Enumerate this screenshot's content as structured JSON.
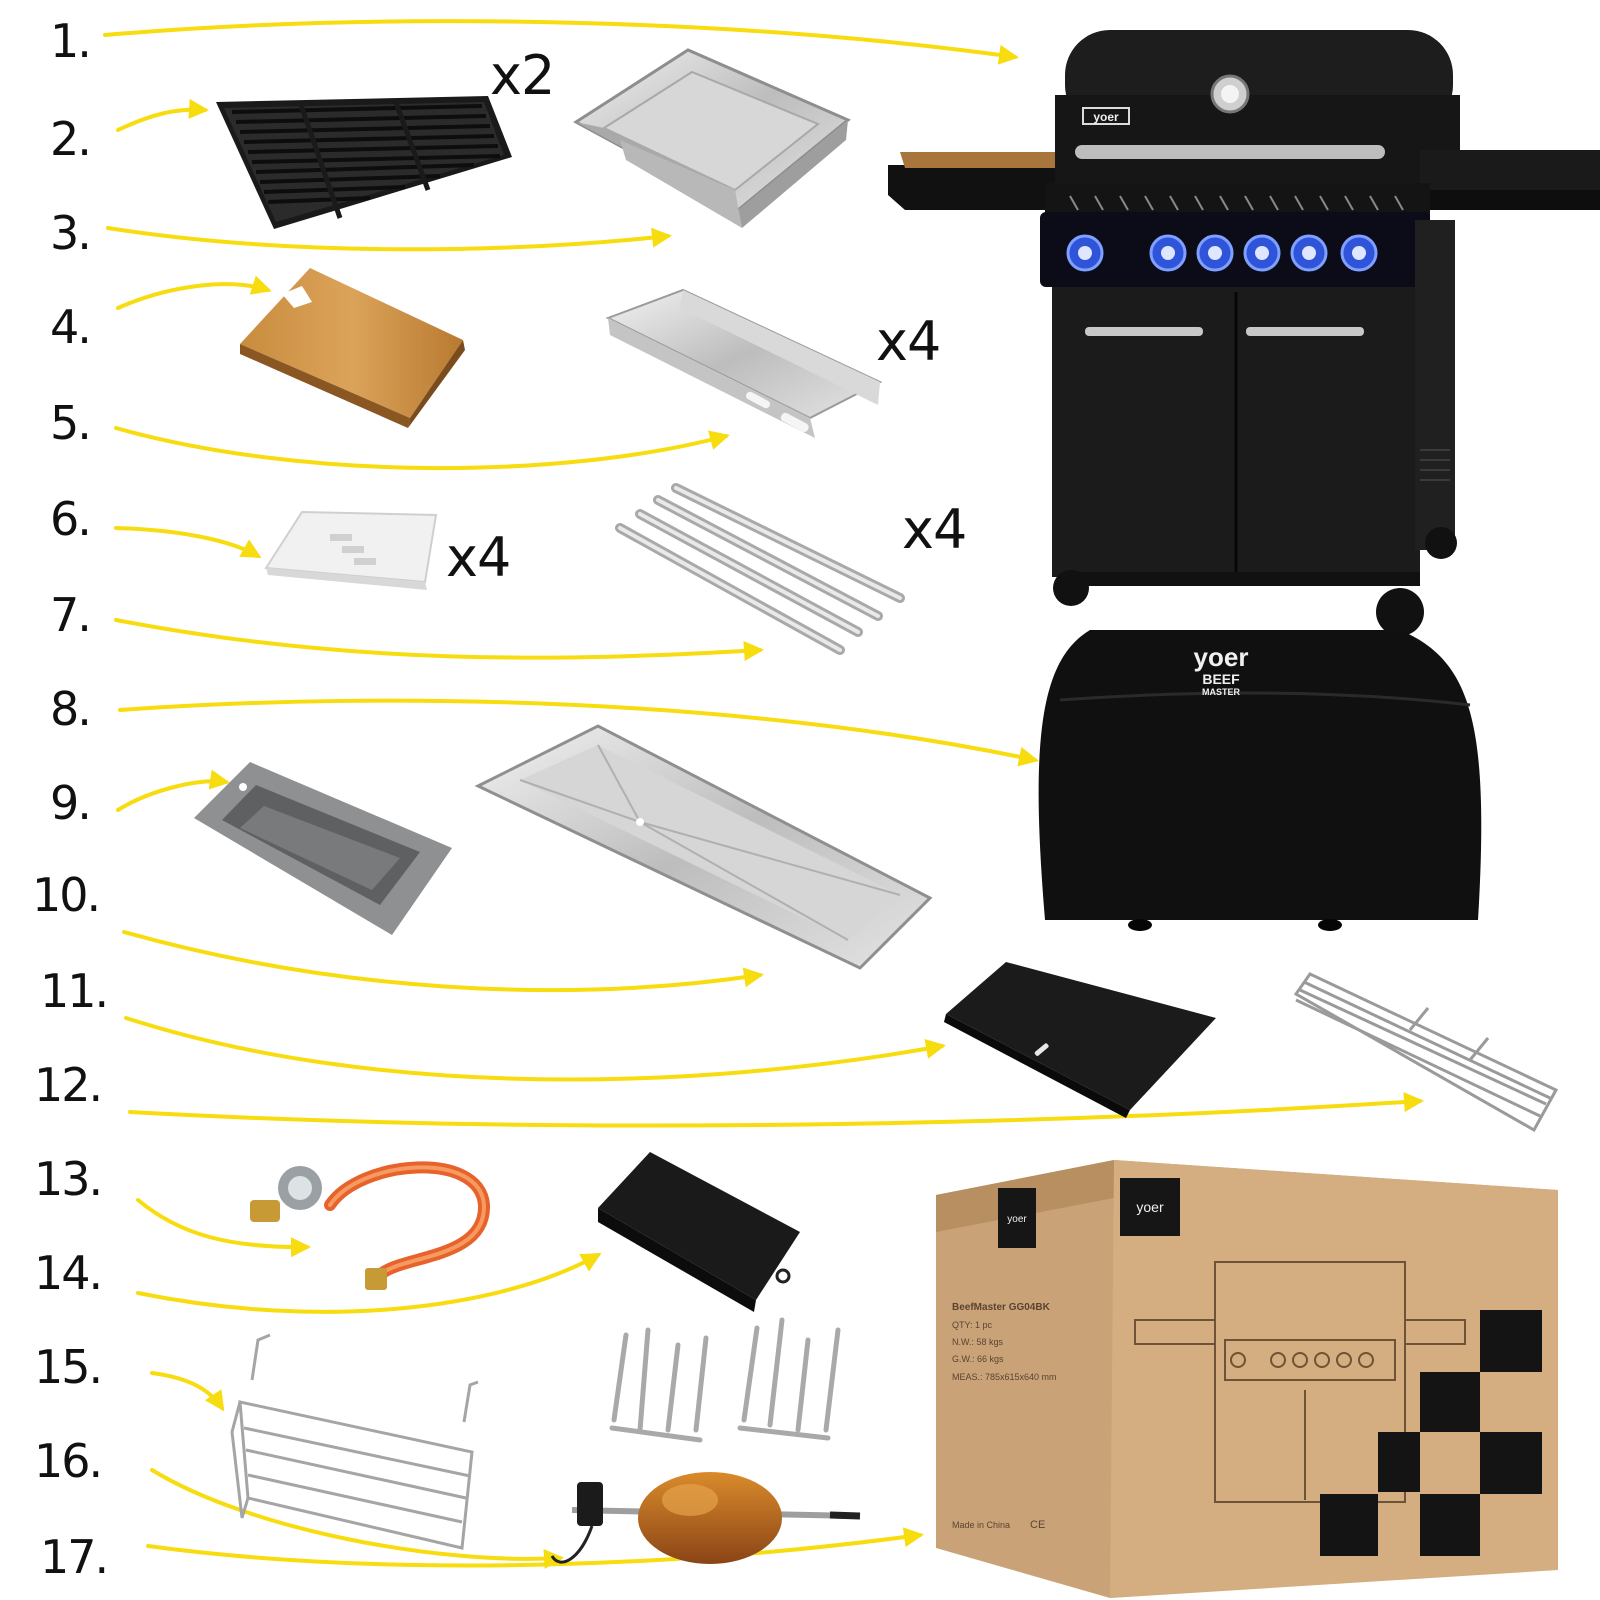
{
  "numbers": [
    "1.",
    "2.",
    "3.",
    "4.",
    "5.",
    "6.",
    "7.",
    "8.",
    "9.",
    "10.",
    "11.",
    "12.",
    "13.",
    "14.",
    "15.",
    "16.",
    "17."
  ],
  "quantities": {
    "grate": "x2",
    "flame_tamer": "x4",
    "heat_shield": "x4",
    "burner_tube": "x4"
  },
  "grill": {
    "brand": "yoer"
  },
  "cover": {
    "brand": "yoer",
    "line1": "BEEF",
    "line2": "MASTER"
  },
  "box": {
    "brand": "yoer",
    "model": "BeefMaster GG04BK",
    "qty": "QTY: 1 pc",
    "nw": "N.W.: 58 kgs",
    "gw": "G.W.: 66 kgs",
    "meas": "MEAS.: 785x615x640 mm",
    "origin": "Made in China",
    "marks": "CE"
  },
  "colors": {
    "arrow": "#f7dc0f",
    "box": "#c9a377",
    "grill": "#1b1b1b",
    "led": "#3d6bff"
  }
}
